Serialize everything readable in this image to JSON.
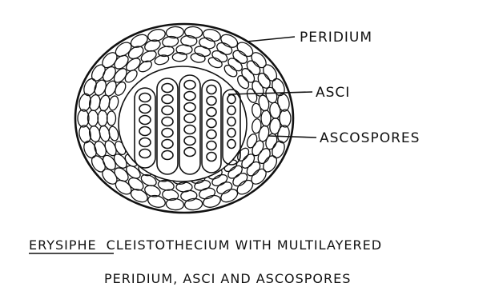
{
  "labels": {
    "peridium": "PERIDIUM",
    "asci": "ASCI",
    "ascospores": "ASCOSPORES"
  },
  "caption": {
    "genus": "ERYSIPHE",
    "line1_rest": "CLEISTOTHECIUM WITH MULTILAYERED",
    "line2": "PERIDIUM, ASCI AND ASCOSPORES"
  }
}
